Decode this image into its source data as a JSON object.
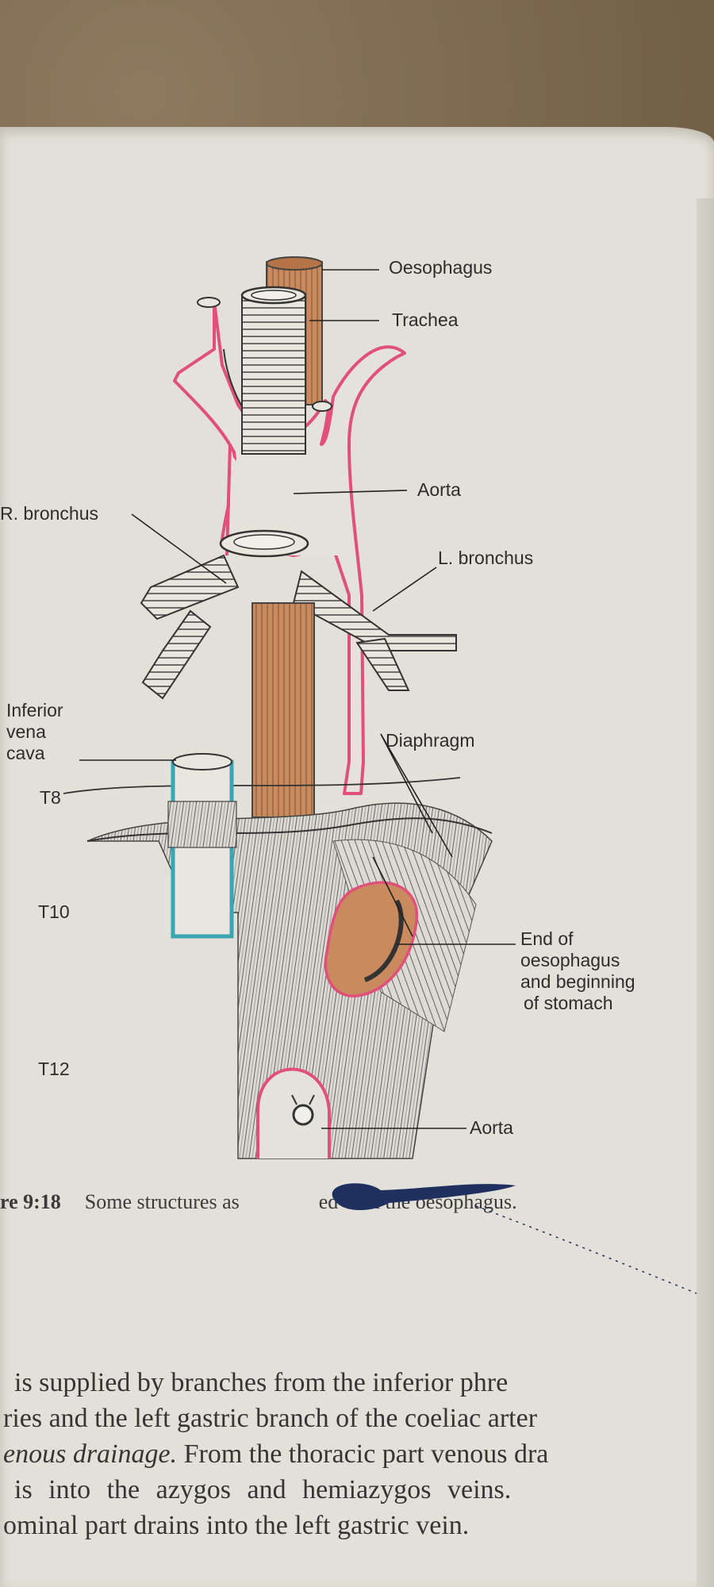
{
  "labels": {
    "oesophagus": "Oesophagus",
    "trachea": "Trachea",
    "aorta_upper": "Aorta",
    "r_bronchus": "R. bronchus",
    "l_bronchus": "L. bronchus",
    "ivc_line1": "Inferior",
    "ivc_line2": "vena",
    "ivc_line3": "cava",
    "diaphragm": "Diaphragm",
    "t8": "T8",
    "t10": "T10",
    "t12": "T12",
    "end_line1": "End of",
    "end_line2": "oesophagus",
    "end_line3": "and beginning",
    "end_line4": "of stomach",
    "aorta_lower": "Aorta"
  },
  "caption": {
    "number": "re 9:18",
    "text": "Some structures as",
    "text_end": "ed with the oesophagus."
  },
  "body": {
    "line1": "is supplied by branches from the inferior phre",
    "line2": "ries and the left gastric branch of the coeliac arter",
    "line3_italic": "enous drainage.",
    "line3_rest": " From the thoracic part venous dra",
    "line4": "is into the azygos and hemiazygos veins.",
    "line5": "ominal part drains into the left gastric vein."
  },
  "colors": {
    "page": "#e2e0d8",
    "aorta_outline": "#e0507a",
    "oesophagus": "#c98a5e",
    "ivc": "#3aa6b3",
    "ink": "#1f2f5e",
    "text": "#2d2d2d"
  }
}
